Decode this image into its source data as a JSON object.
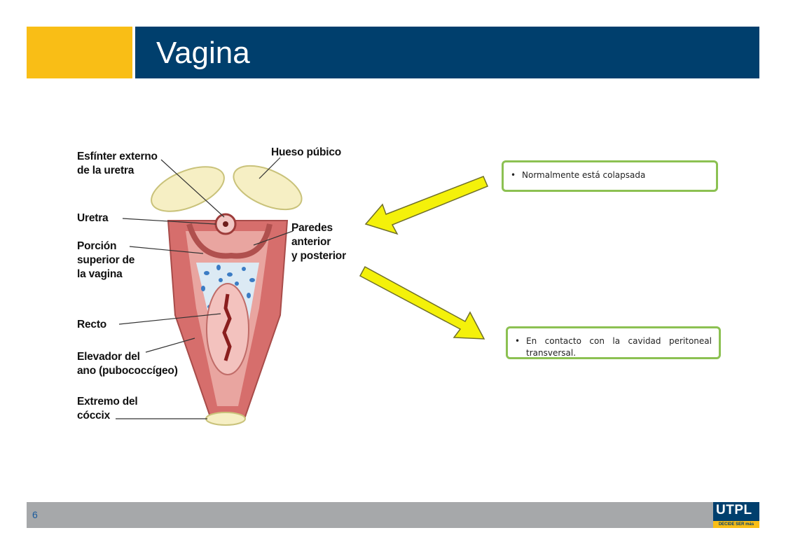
{
  "slide": {
    "title": "Vagina",
    "page_number": "6"
  },
  "figure": {
    "labels": {
      "esfinter": "Esfínter externo\nde la uretra",
      "hueso": "Hueso púbico",
      "uretra": "Uretra",
      "paredes": "Paredes\nanterior\ny posterior",
      "porcion": "Porción\nsuperior de\nla vagina",
      "recto": "Recto",
      "elevador": "Elevador del\nano (pubococcígeo)",
      "coccix": "Extremo del\ncóccix"
    }
  },
  "notes": [
    "Normalmente está colapsada",
    "En contacto con la cavidad peritoneal transversal."
  ],
  "logo": {
    "name": "UTPL",
    "tagline": "DECIDE SER más"
  },
  "colors": {
    "header_blue": "#003F6D",
    "header_accent": "#F9BE16",
    "footer_gray": "#A6A8AA",
    "note_border": "#8CC152",
    "arrow_fill": "#F4F10A"
  }
}
